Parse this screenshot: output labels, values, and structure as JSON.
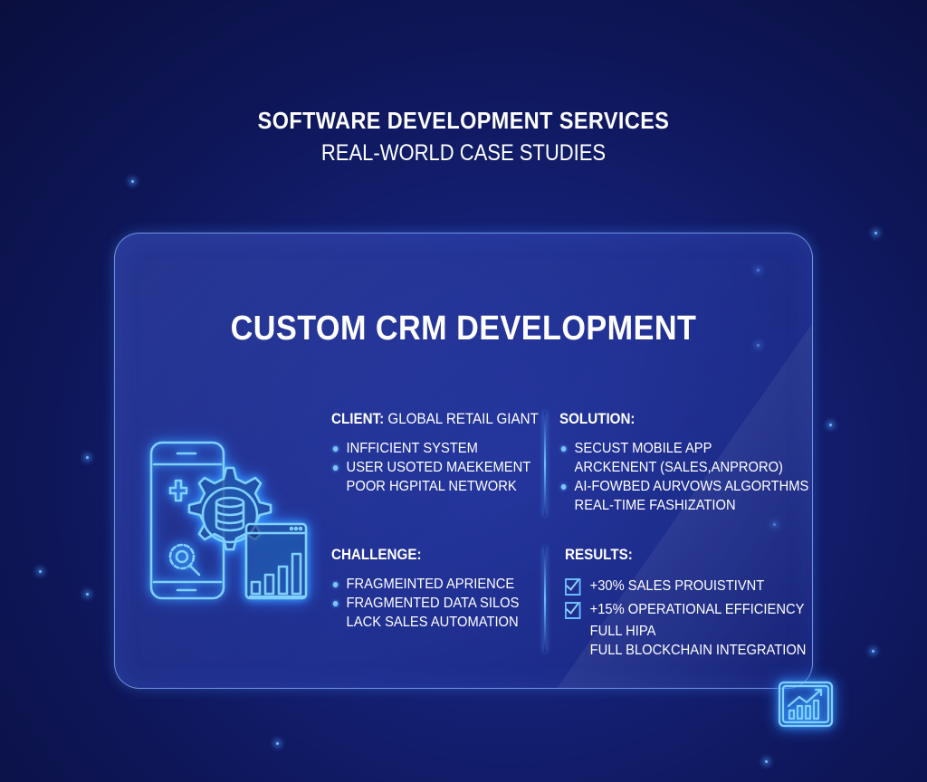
{
  "header": {
    "title": "SOFTWARE DEVELOPMENT SERVICES",
    "subtitle": "REAL-WORLD CASE STUDIES"
  },
  "card": {
    "title": "CUSTOM CRM DEVELOPMENT",
    "client": {
      "label": "CLIENT:",
      "value": "GLOBAL RETAIL GIANT",
      "items": [
        "INFFICIENT SYSTEM",
        "USER USOTED MAEKEMENT",
        "POOR HGPITAL NETWORK"
      ]
    },
    "solution": {
      "label": "SOLUTION:",
      "items": [
        "SECUST MOBILE APP",
        "ARCKENENT (SALES,ANPRORO)",
        "AI-FOWBED AURVOWS ALGORTHMS",
        "REAL-TIME FASHIZATION"
      ]
    },
    "challenge": {
      "label": "CHALLENGE:",
      "items": [
        "FRAGMEINTED APRIENCE",
        "FRAGMENTED DATA SILOS",
        "LACK SALES AUTOMATION"
      ]
    },
    "results": {
      "label": "RESULTS:",
      "items": [
        "+30% SALES PROUISTIVNT",
        "+15% OPERATIONAL EFFICIENCY",
        "FULL HIPA",
        "FULL BLOCKCHAIN INTEGRATION"
      ]
    }
  },
  "icons": {
    "illustration": "mobile-gear-database-chart-icon",
    "badge": "growth-chart-icon"
  },
  "colors": {
    "accent": "#6fc0ff",
    "background": "#121c66",
    "text": "#ffffff"
  }
}
